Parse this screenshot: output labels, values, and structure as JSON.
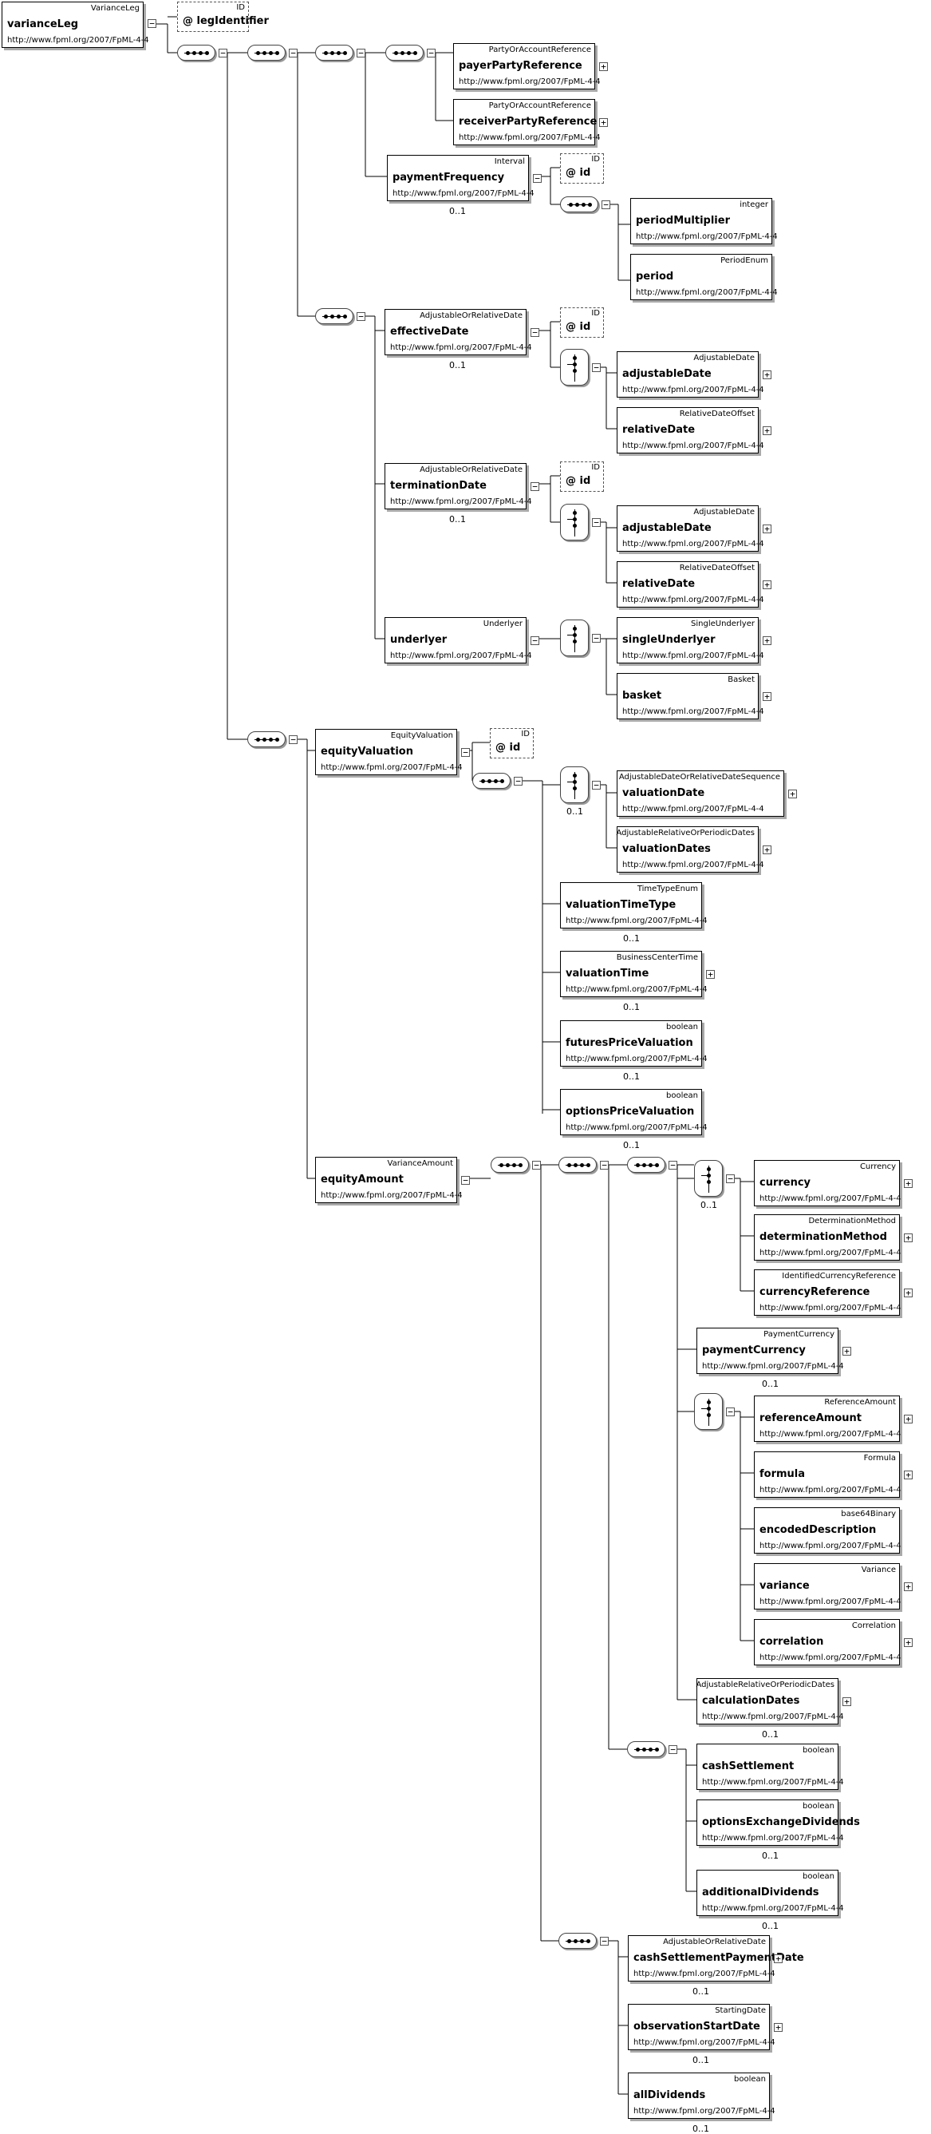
{
  "schema_namespace": "http://www.fpml.org/2007/FpML-4-4",
  "occurrence_label": "0..1",
  "root": {
    "name": "varianceLeg",
    "type": "VarianceLeg",
    "namespace": "http://www.fpml.org/2007/FpML-4-4"
  },
  "attributes": [
    {
      "name": "legIdentifier",
      "type": "ID",
      "prefix": "@"
    },
    {
      "name": "id",
      "type": "ID",
      "prefix": "@"
    }
  ],
  "elements": [
    {
      "name": "payerPartyReference",
      "type": "PartyOrAccountReference"
    },
    {
      "name": "receiverPartyReference",
      "type": "PartyOrAccountReference"
    },
    {
      "name": "paymentFrequency",
      "type": "Interval"
    },
    {
      "name": "periodMultiplier",
      "type": "integer"
    },
    {
      "name": "period",
      "type": "PeriodEnum"
    },
    {
      "name": "effectiveDate",
      "type": "AdjustableOrRelativeDate"
    },
    {
      "name": "adjustableDate",
      "type": "AdjustableDate"
    },
    {
      "name": "relativeDate",
      "type": "RelativeDateOffset"
    },
    {
      "name": "terminationDate",
      "type": "AdjustableOrRelativeDate"
    },
    {
      "name": "underlyer",
      "type": "Underlyer"
    },
    {
      "name": "singleUnderlyer",
      "type": "SingleUnderlyer"
    },
    {
      "name": "basket",
      "type": "Basket"
    },
    {
      "name": "equityValuation",
      "type": "EquityValuation"
    },
    {
      "name": "valuationDate",
      "type": "AdjustableDateOrRelativeDateSequence"
    },
    {
      "name": "valuationDates",
      "type": "AdjustableRelativeOrPeriodicDates"
    },
    {
      "name": "valuationTimeType",
      "type": "TimeTypeEnum"
    },
    {
      "name": "valuationTime",
      "type": "BusinessCenterTime"
    },
    {
      "name": "futuresPriceValuation",
      "type": "boolean"
    },
    {
      "name": "optionsPriceValuation",
      "type": "boolean"
    },
    {
      "name": "equityAmount",
      "type": "VarianceAmount"
    },
    {
      "name": "currency",
      "type": "Currency"
    },
    {
      "name": "determinationMethod",
      "type": "DeterminationMethod"
    },
    {
      "name": "currencyReference",
      "type": "IdentifiedCurrencyReference"
    },
    {
      "name": "paymentCurrency",
      "type": "PaymentCurrency"
    },
    {
      "name": "referenceAmount",
      "type": "ReferenceAmount"
    },
    {
      "name": "formula",
      "type": "Formula"
    },
    {
      "name": "encodedDescription",
      "type": "base64Binary"
    },
    {
      "name": "variance",
      "type": "Variance"
    },
    {
      "name": "correlation",
      "type": "Correlation"
    },
    {
      "name": "calculationDates",
      "type": "AdjustableRelativeOrPeriodicDates"
    },
    {
      "name": "cashSettlement",
      "type": "boolean"
    },
    {
      "name": "optionsExchangeDividends",
      "type": "boolean"
    },
    {
      "name": "additionalDividends",
      "type": "boolean"
    },
    {
      "name": "cashSettlementPaymentDate",
      "type": "AdjustableOrRelativeDate"
    },
    {
      "name": "observationStartDate",
      "type": "StartingDate"
    },
    {
      "name": "allDividends",
      "type": "boolean"
    }
  ]
}
